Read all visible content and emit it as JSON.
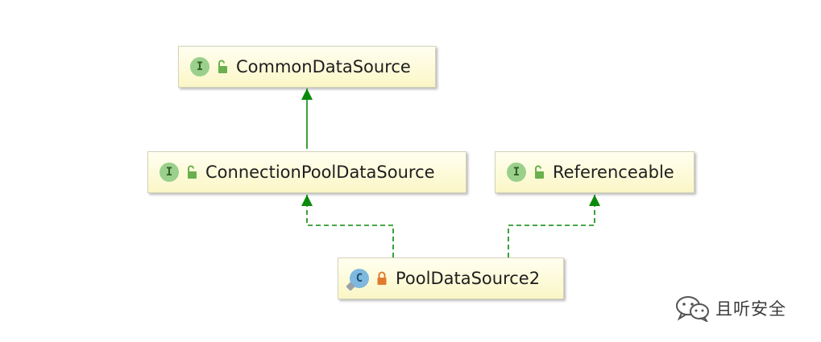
{
  "nodes": {
    "common_data_source": {
      "label": "CommonDataSource",
      "kind_badge": "I",
      "visibility": "public",
      "kind": "interface"
    },
    "connection_pool_data_source": {
      "label": "ConnectionPoolDataSource",
      "kind_badge": "I",
      "visibility": "public",
      "kind": "interface"
    },
    "referenceable": {
      "label": "Referenceable",
      "kind_badge": "I",
      "visibility": "public",
      "kind": "interface"
    },
    "pool_data_source2": {
      "label": "PoolDataSource2",
      "kind_badge": "C",
      "visibility": "private",
      "kind": "class"
    }
  },
  "edges": [
    {
      "from": "connection_pool_data_source",
      "to": "common_data_source",
      "style": "solid",
      "relation": "extends"
    },
    {
      "from": "pool_data_source2",
      "to": "connection_pool_data_source",
      "style": "dashed",
      "relation": "implements"
    },
    {
      "from": "pool_data_source2",
      "to": "referenceable",
      "style": "dashed",
      "relation": "implements"
    }
  ],
  "colors": {
    "edge": "#0a8a0a",
    "node_fill_top": "#fffff0",
    "node_fill_bottom": "#fbf6c6",
    "interface_badge": "#9ad08b",
    "class_badge": "#7fb8de",
    "open_lock": "#6ab04c",
    "closed_lock": "#e07b2e"
  },
  "watermark": {
    "text": "且听安全",
    "icon": "wechat-icon"
  }
}
